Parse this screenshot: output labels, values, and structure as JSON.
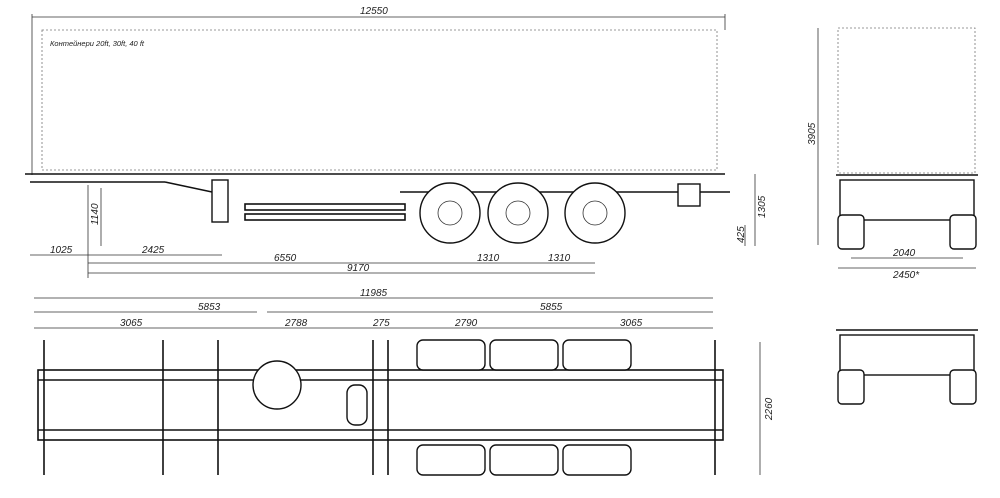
{
  "note": "Контейнери 20ft, 30ft, 40 ft",
  "side_view": {
    "overall_length": "12550",
    "overall_height": "3905",
    "platform_height": "1305",
    "rear_height": "425",
    "support_height": "1140",
    "front_overhang": "1025",
    "landing_gear": "2425",
    "to_first_axle": "6550",
    "to_last_axle": "9170",
    "axle_spacing_1": "1310",
    "axle_spacing_2": "1310"
  },
  "rear_view": {
    "track_width": "2040",
    "overall_width": "2450*"
  },
  "top_view": {
    "total": "11985",
    "left_half": "5853",
    "right_half": "5855",
    "seg_1": "3065",
    "seg_2": "2788",
    "seg_3": "275",
    "seg_4": "2790",
    "seg_5": "3065",
    "width": "2260"
  }
}
